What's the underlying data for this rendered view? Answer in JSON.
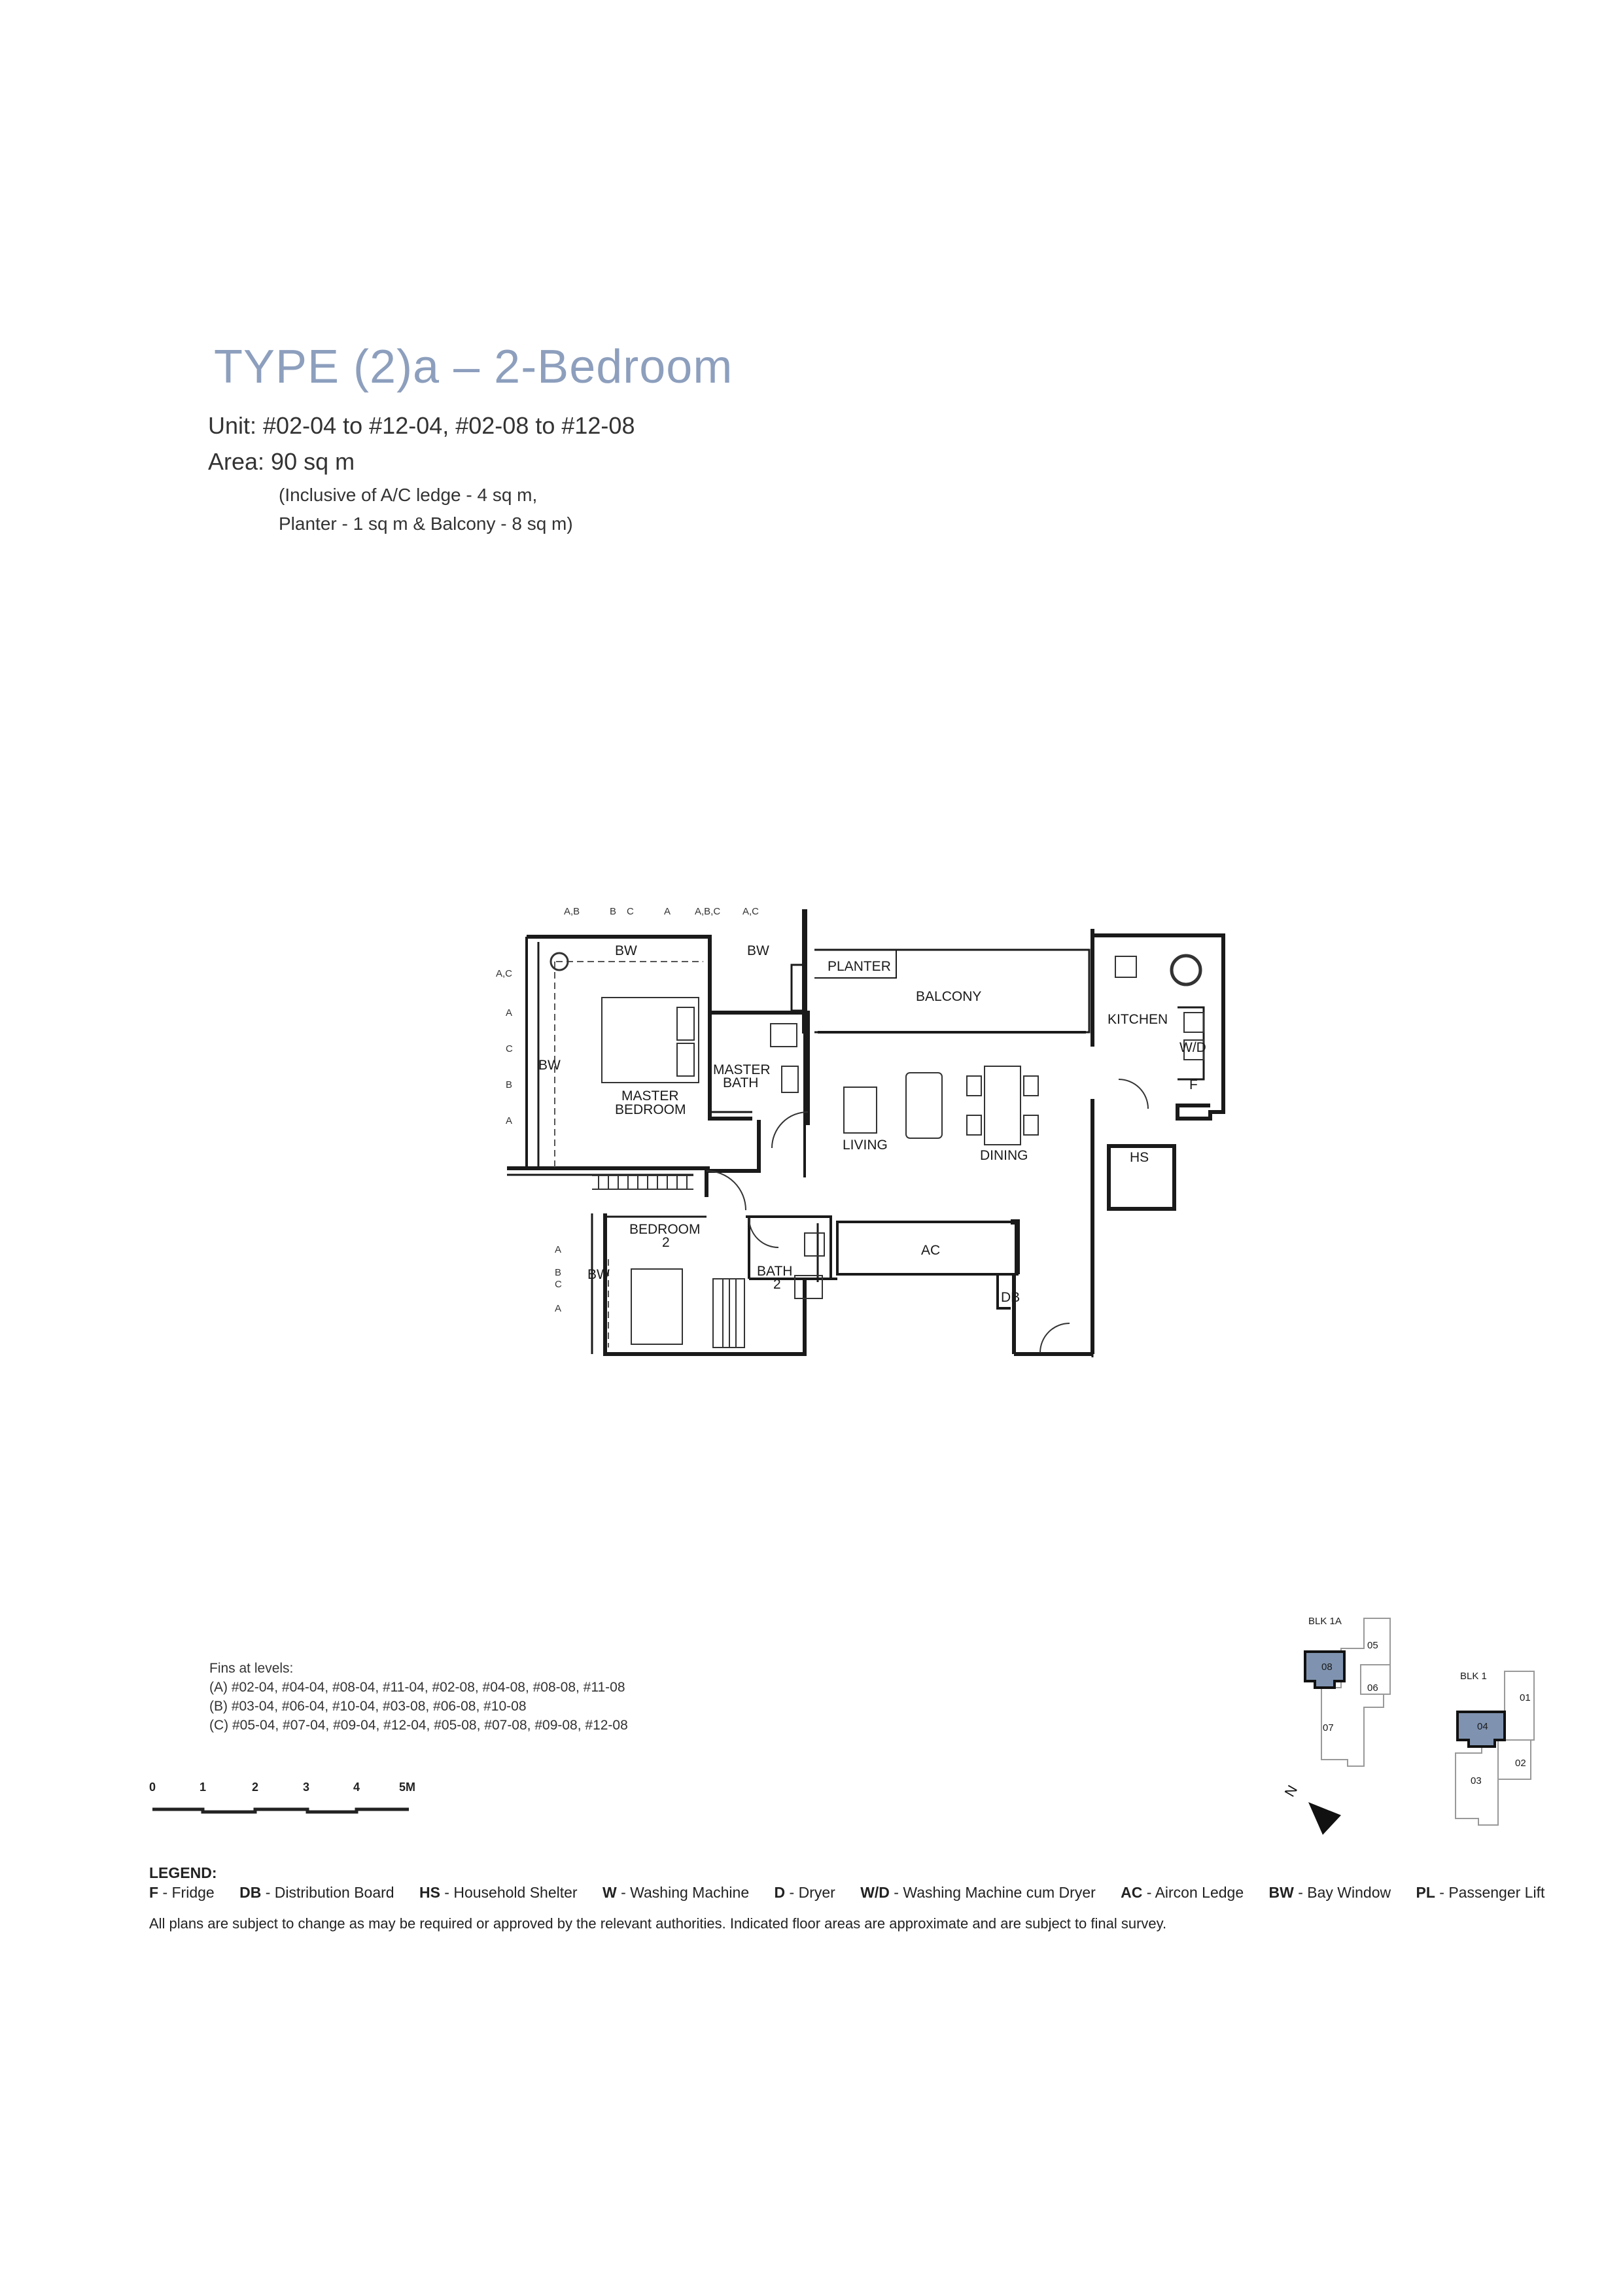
{
  "header": {
    "title": "TYPE (2)a – 2-Bedroom",
    "unit": "Unit: #02-04 to #12-04, #02-08 to #12-08",
    "area": "Area: 90 sq m",
    "inclusive_line1": "(Inclusive of A/C ledge - 4 sq m,",
    "inclusive_line2": "Planter - 1 sq m & Balcony - 8 sq m)"
  },
  "plan": {
    "rooms": {
      "planter": "PLANTER",
      "balcony": "BALCONY",
      "kitchen": "KITCHEN",
      "wd": "W/D",
      "fridge": "F",
      "master_bath_1": "MASTER",
      "master_bath_2": "BATH",
      "master_bedroom_1": "MASTER",
      "master_bedroom_2": "BEDROOM",
      "living": "LIVING",
      "dining": "DINING",
      "hs": "HS",
      "bedroom2_1": "BEDROOM",
      "bedroom2_2": "2",
      "bath2_1": "BATH",
      "bath2_2": "2",
      "ac": "AC",
      "db": "DB",
      "bw_top_left": "BW",
      "bw_top_right": "BW",
      "bw_left": "BW",
      "bw_bed2": "BW"
    },
    "fin_markers": {
      "top": [
        "A,B",
        "B",
        "C",
        "A",
        "A,B,C",
        "A,C"
      ],
      "left_upper": [
        "A,C",
        "A",
        "C",
        "B",
        "A"
      ],
      "left_lower": [
        "A",
        "B",
        "C",
        "A"
      ]
    }
  },
  "fins": {
    "heading": "Fins at levels:",
    "a": "(A) #02-04, #04-04, #08-04, #11-04, #02-08, #04-08, #08-08, #11-08",
    "b": "(B) #03-04, #06-04, #10-04, #03-08, #06-08, #10-08",
    "c": "(C) #05-04, #07-04, #09-04, #12-04, #05-08, #07-08, #09-08, #12-08"
  },
  "scale": {
    "labels": [
      "0",
      "1",
      "2",
      "3",
      "4",
      "5M"
    ]
  },
  "key_plan": {
    "blk1a": "BLK 1A",
    "blk1": "BLK 1",
    "units_1a": [
      "05",
      "08",
      "06",
      "07"
    ],
    "units_1": [
      "01",
      "04",
      "02",
      "03"
    ],
    "north": "N",
    "highlight_color": "#7f93b0"
  },
  "legend": {
    "title": "LEGEND:",
    "items": [
      {
        "code": "F",
        "desc": " - Fridge"
      },
      {
        "code": "DB",
        "desc": " - Distribution Board"
      },
      {
        "code": "HS",
        "desc": " - Household Shelter"
      },
      {
        "code": "W",
        "desc": " - Washing Machine"
      },
      {
        "code": "D",
        "desc": " - Dryer"
      },
      {
        "code": "W/D",
        "desc": " - Washing Machine cum Dryer"
      },
      {
        "code": "AC",
        "desc": " - Aircon Ledge"
      },
      {
        "code": "BW",
        "desc": " - Bay Window"
      },
      {
        "code": "PL",
        "desc": " - Passenger Lift"
      }
    ],
    "disclaimer": "All plans are subject to change as may be required or approved by the relevant authorities. Indicated floor areas are approximate and are subject to final survey."
  },
  "colors": {
    "title": "#8d9fbd",
    "wall": "#1a1a1a"
  }
}
